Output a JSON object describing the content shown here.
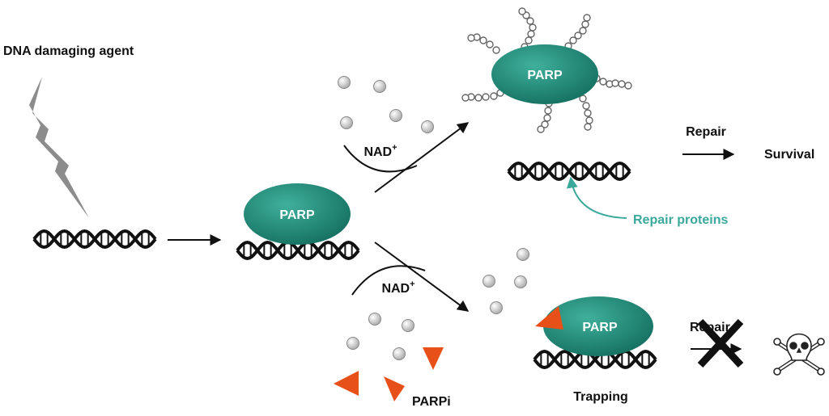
{
  "labels": {
    "agent": "DNA damaging agent",
    "parp": "PARP",
    "nad": "NAD",
    "nad_sup": "+",
    "repair": "Repair",
    "survival": "Survival",
    "repair_proteins": "Repair proteins",
    "parpi": "PARPi",
    "trapping": "Trapping"
  },
  "colors": {
    "parp_fill": "#1f8a78",
    "parp_edge": "#157060",
    "repair_proteins": "#3aa89a",
    "inhibitor": "#e8501a",
    "lightning": "#8c8c8c",
    "nad_ball": "#cfcfcf",
    "cross": "#111111"
  },
  "icons": [
    "lightning-bolt-icon",
    "dna-helix-icon",
    "nad-molecule-icon",
    "par-chain-icon",
    "parp-inhibitor-icon",
    "cross-icon",
    "skull-crossbones-icon"
  ]
}
